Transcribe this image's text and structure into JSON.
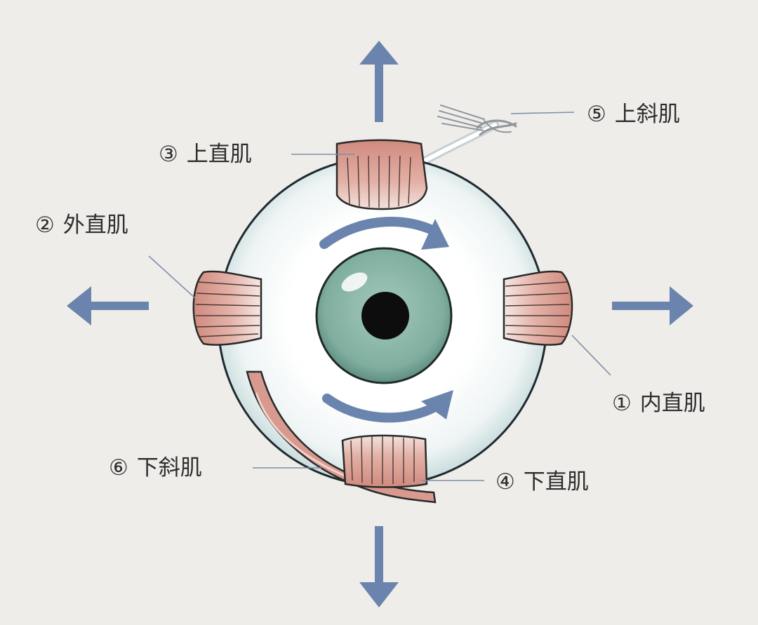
{
  "diagram": {
    "labels": {
      "medial_rectus": {
        "number": "①",
        "name": "内直肌"
      },
      "lateral_rectus": {
        "number": "②",
        "name": "外直肌"
      },
      "superior_rectus": {
        "number": "③",
        "name": "上直肌"
      },
      "inferior_rectus": {
        "number": "④",
        "name": "下直肌"
      },
      "superior_oblique": {
        "number": "⑤",
        "name": "上斜肌"
      },
      "inferior_oblique": {
        "number": "⑥",
        "name": "下斜肌"
      }
    },
    "colors": {
      "background": "#efedea",
      "arrow": "#6b84ad",
      "muscle": "#d89a8e",
      "muscle_dark": "#c97a6d",
      "sclera": "#f7fafa",
      "sclera_shade": "#cfdfe0",
      "iris": "#86b4a6",
      "pupil": "#0d0d0d",
      "leader_line": "#7d8ea6",
      "text": "#2e2e2e"
    },
    "icons": {
      "directions": [
        "arrow-up-icon",
        "arrow-down-icon",
        "arrow-left-icon",
        "arrow-right-icon"
      ],
      "rotation": [
        "rotation-arrow-top-icon",
        "rotation-arrow-bottom-icon"
      ]
    }
  }
}
